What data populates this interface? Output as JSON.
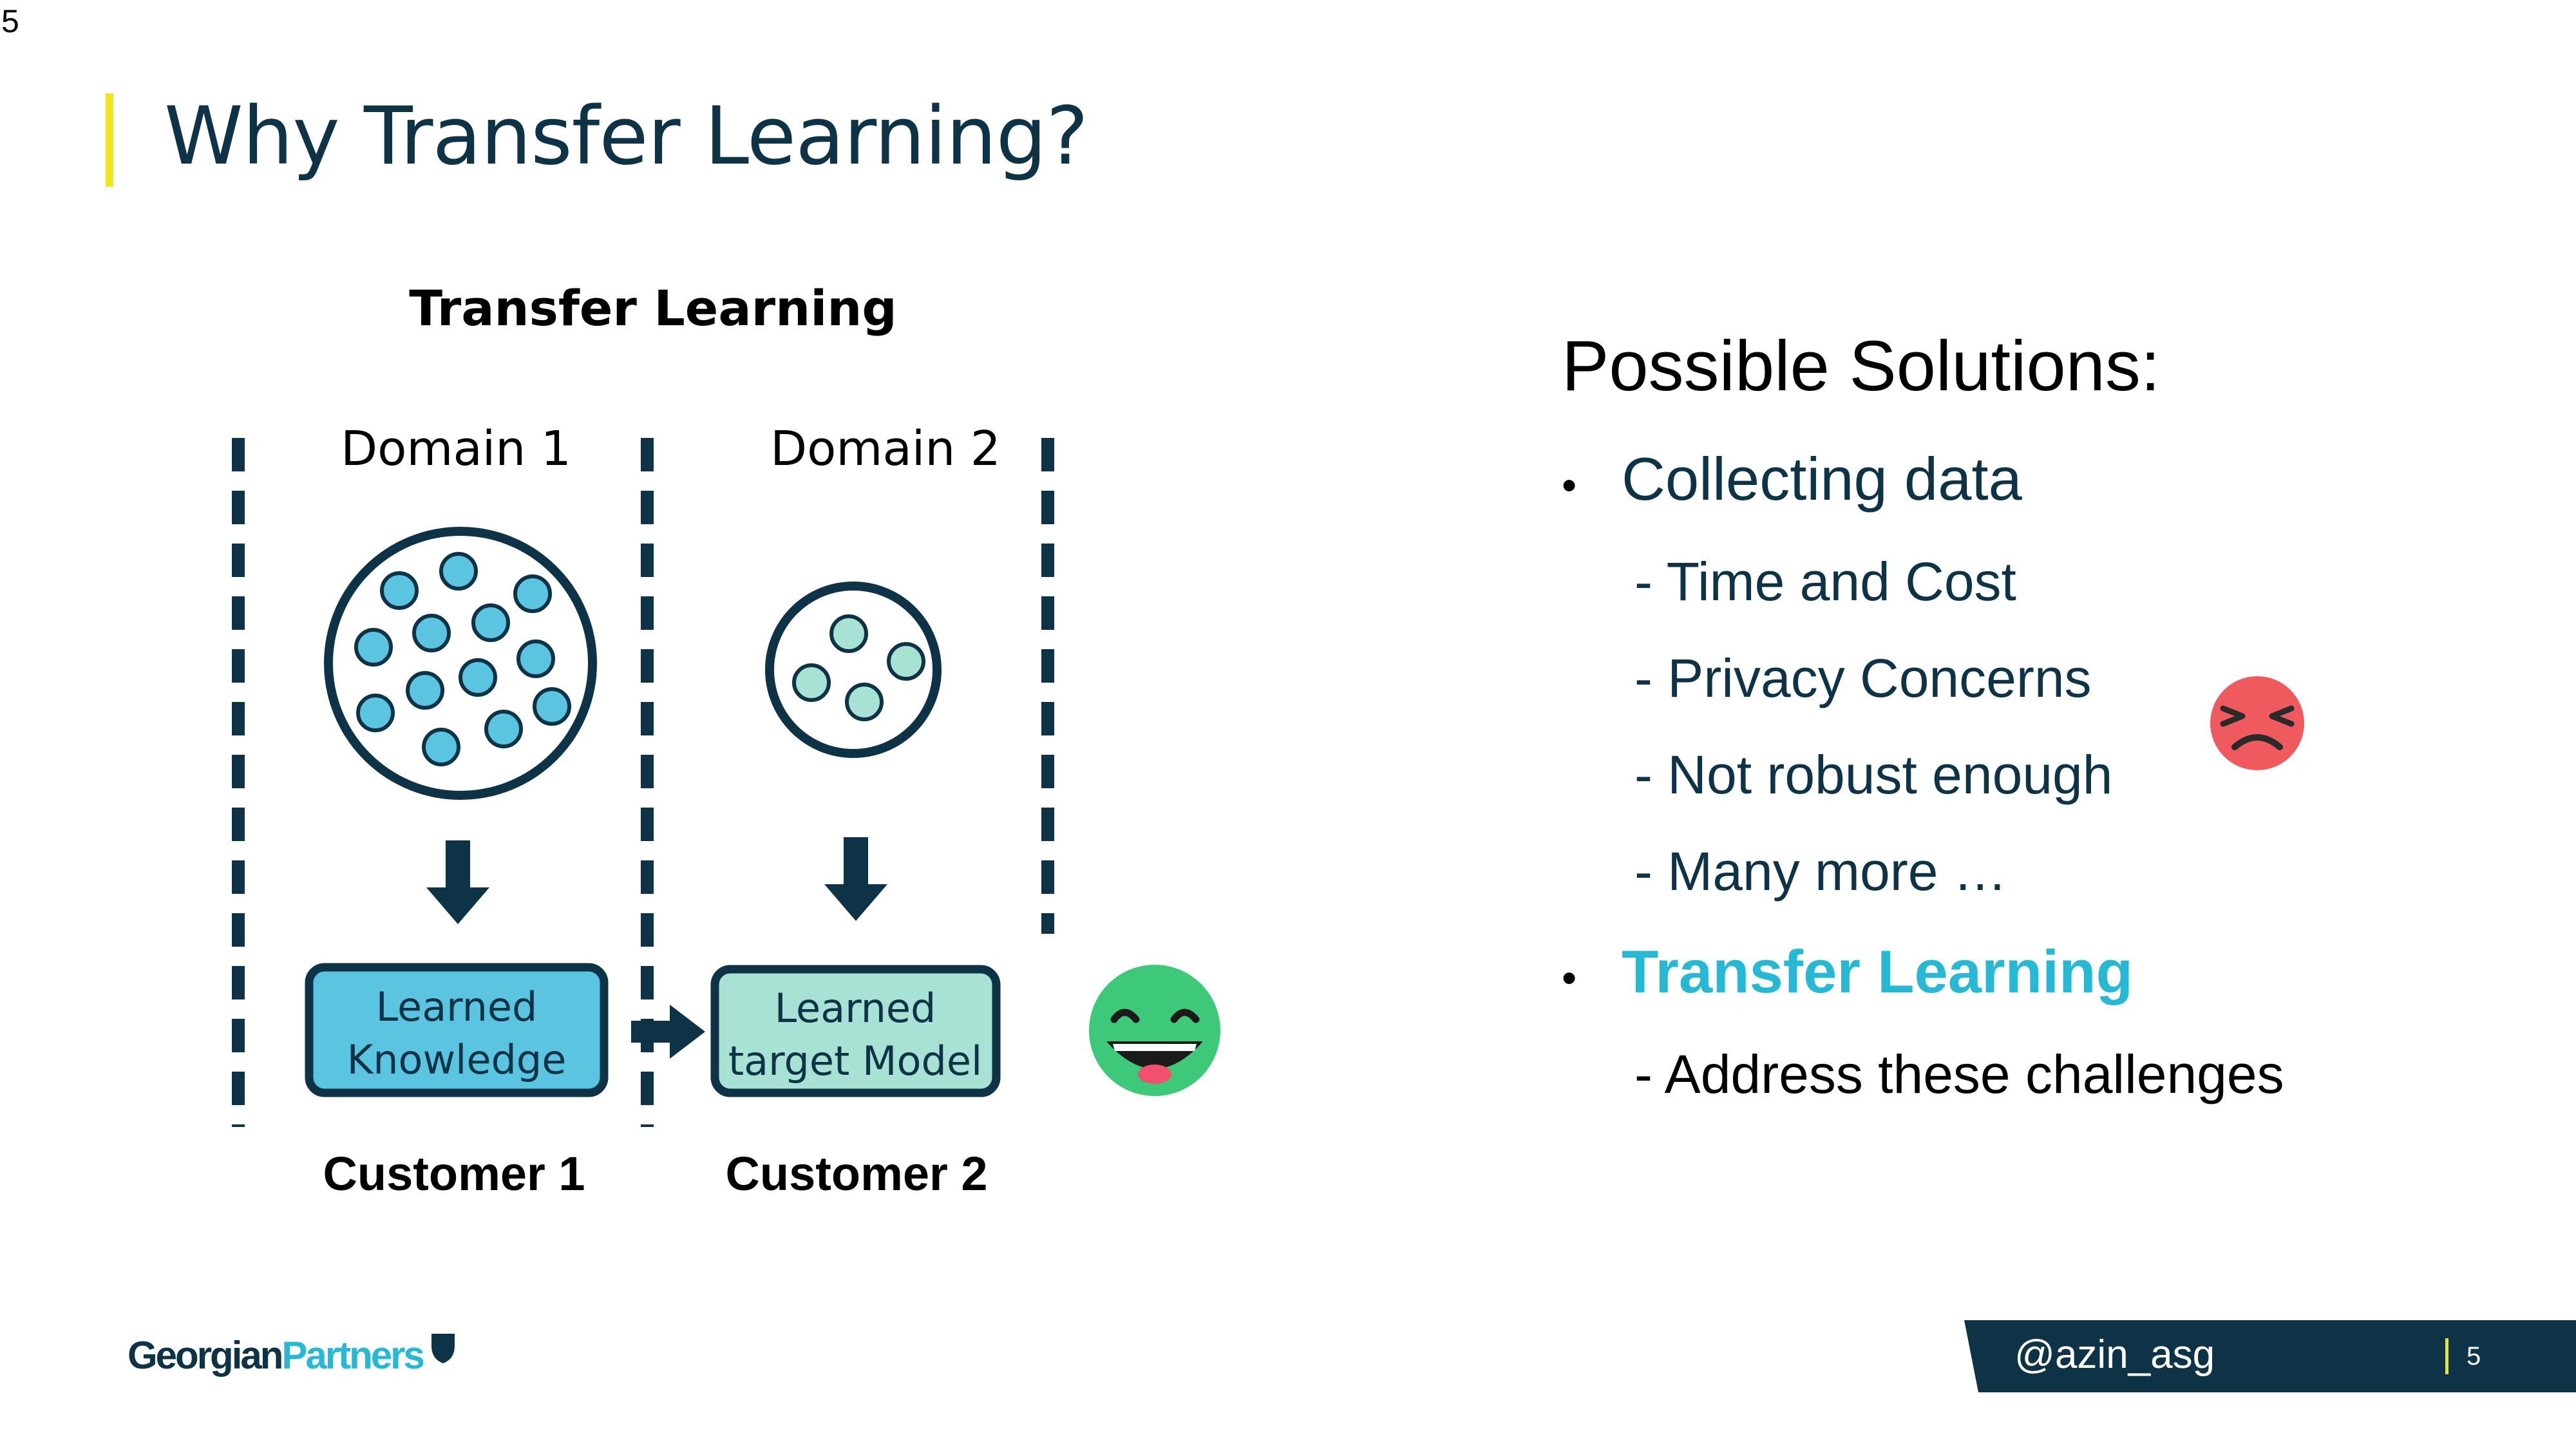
{
  "slide": {
    "corner_number": "5",
    "title": "Why Transfer Learning?"
  },
  "diagram": {
    "title": "Transfer Learning",
    "domain1": "Domain 1",
    "domain2": "Domain 2",
    "box1_line1": "Learned",
    "box1_line2": "Knowledge",
    "box2_line1": "Learned",
    "box2_line2": "target Model",
    "customer1": "Customer 1",
    "customer2": "Customer 2"
  },
  "solutions": {
    "heading": "Possible Solutions:",
    "bullet_symbol": "•",
    "bullets": [
      {
        "label": "Collecting data",
        "subitems": [
          "- Time and Cost",
          "- Privacy Concerns",
          "- Not robust enough",
          "- Many more …"
        ]
      },
      {
        "label": "Transfer Learning",
        "subitems": [
          "- Address these challenges"
        ]
      }
    ]
  },
  "icons": {
    "angry": "angry-face-icon",
    "happy": "grinning-face-icon",
    "logo_mark": "shield-icon"
  },
  "footer": {
    "handle": "@azin_asg",
    "page": "5",
    "logo_part1": "Georgian",
    "logo_part2": "Partners"
  },
  "colors": {
    "navy": "#0f3346",
    "accent_cyan": "#27b9d4",
    "yellow": "#f2e51b",
    "knowledge_blue": "#5bc4e0",
    "target_mint": "#a8e2d4",
    "angry_red": "#ef5a5e",
    "happy_green": "#3ec97a"
  }
}
